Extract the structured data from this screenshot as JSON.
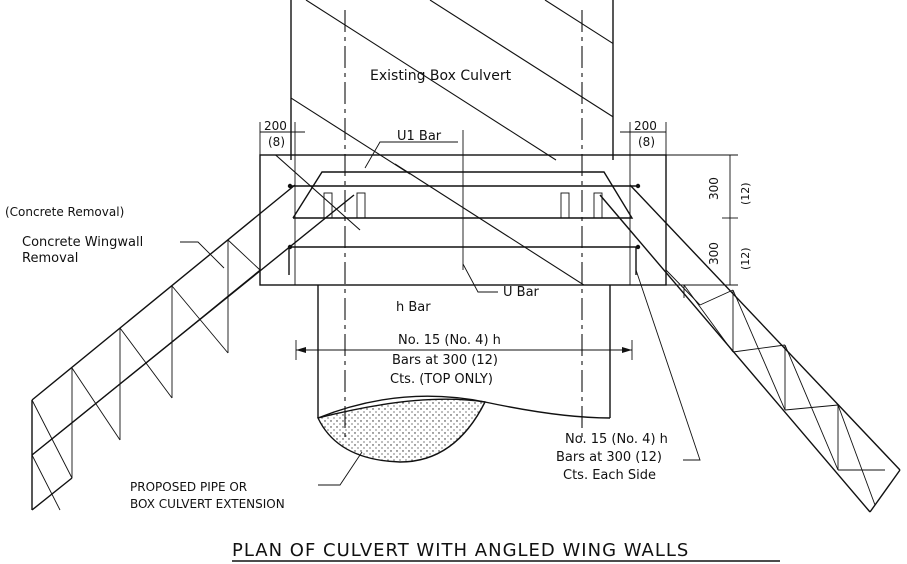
{
  "labels": {
    "existing_box_culvert": "Existing Box Culvert",
    "u1_bar": "U1 Bar",
    "dim_left_top": "200",
    "dim_left_bottom": "(8)",
    "dim_right_top": "200",
    "dim_right_bottom": "(8)",
    "dim_side_1_top": "300",
    "dim_side_1_bottom": "(12)",
    "dim_side_2_top": "300",
    "dim_side_2_bottom": "(12)",
    "concrete_removal": "(Concrete Removal)",
    "wingwall_removal_line1": "Concrete Wingwall",
    "wingwall_removal_line2": "Removal",
    "u_bar": "U Bar",
    "h_bar": "h Bar",
    "top_bars_line1": "No. 15 (No. 4) h",
    "top_bars_line2": "Bars  at 300 (12)",
    "top_bars_line3": "Cts. (TOP ONLY)",
    "side_bars_line1": "No. 15 (No. 4) h",
    "side_bars_line2": "Bars  at 300 (12)",
    "side_bars_line3": "Cts. Each Side",
    "proposed_line1": "PROPOSED PIPE OR",
    "proposed_line2": "BOX CULVERT EXTENSION",
    "title": "PLAN OF CULVERT WITH ANGLED WING WALLS"
  }
}
